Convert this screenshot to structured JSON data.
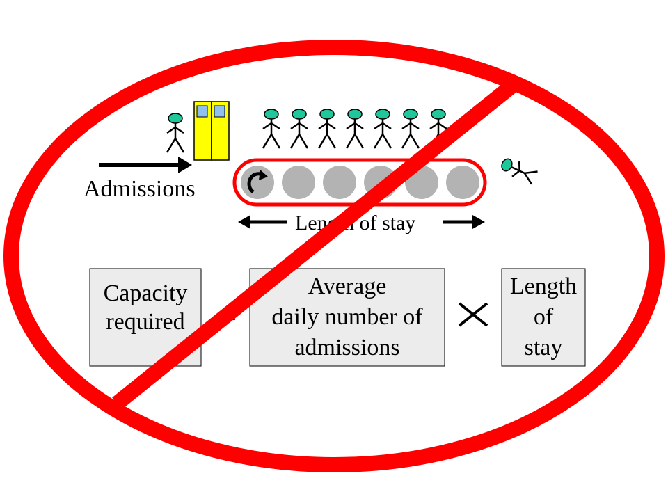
{
  "labels": {
    "admissions": "Admissions",
    "length_of_stay": "Length of stay"
  },
  "formula": {
    "capacity": [
      "Capacity",
      "required"
    ],
    "equals": "=",
    "admissions": [
      "Average",
      "daily number of",
      "admissions"
    ],
    "times": "×",
    "length": [
      "Length",
      "of",
      "stay"
    ]
  },
  "colors": {
    "prohibition": "#ff0000",
    "person_head": "#1fc89a",
    "door": "#ffff00",
    "door_window": "#8fc0ee",
    "bed_slot": "#b3b3b3",
    "box_fill": "#ececec"
  },
  "icons": {
    "prohibition": "no-entry-circle-slash",
    "patient": "stick-figure",
    "door": "double-door",
    "refresh": "circular-arrow"
  },
  "counts": {
    "waiting_patients": 7,
    "bed_slots": 6
  }
}
